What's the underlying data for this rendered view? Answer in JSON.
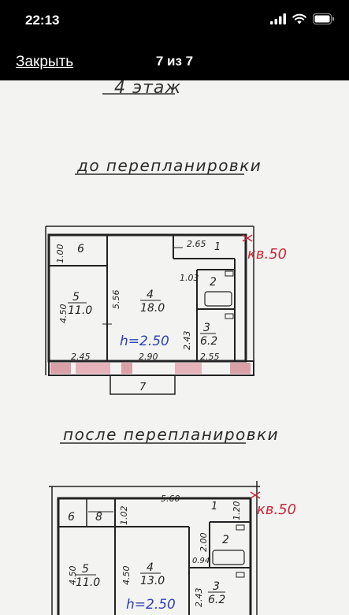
{
  "status_bar": {
    "time": "22:13",
    "icons": [
      "cellular-signal-icon",
      "wifi-icon",
      "battery-icon"
    ]
  },
  "nav": {
    "close_label": "Закрыть",
    "page_counter": "7 из 7"
  },
  "plan": {
    "floor_caption": "4 этаж",
    "before_title": "до перепланировки",
    "after_title": "после перепланировки",
    "apartment_label": "кв.50",
    "height_label": "h=2.50",
    "before": {
      "rooms": [
        {
          "number": "6",
          "area": ""
        },
        {
          "number": "5",
          "area": "11.0"
        },
        {
          "number": "4",
          "area": "18.0"
        },
        {
          "number": "1",
          "area": ""
        },
        {
          "number": "2",
          "area": ""
        },
        {
          "number": "3",
          "area": "6.2"
        }
      ],
      "dimensions": [
        "1.00",
        "4.50",
        "5.56",
        "2.65",
        "1.03",
        "2.43",
        "2.45",
        "2.90",
        "2.55"
      ],
      "balcony": "7"
    },
    "after": {
      "rooms": [
        {
          "number": "6",
          "area": ""
        },
        {
          "number": "8",
          "area": ""
        },
        {
          "number": "5",
          "area": "11.0"
        },
        {
          "number": "4",
          "area": "13.0"
        },
        {
          "number": "1",
          "area": ""
        },
        {
          "number": "2",
          "area": ""
        },
        {
          "number": "3",
          "area": "6.2"
        }
      ],
      "dimensions": [
        "5.60",
        "1.02",
        "1.20",
        "2.00",
        "0.94",
        "4.50",
        "4.50",
        "2.43"
      ]
    }
  }
}
